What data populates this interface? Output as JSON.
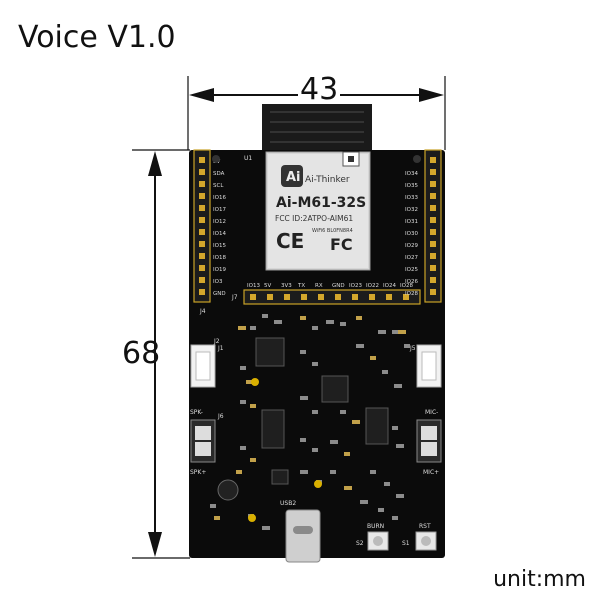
{
  "title": "Voice V1.0",
  "unit_label": "unit:mm",
  "dimensions": {
    "width": "43",
    "height": "68"
  },
  "module": {
    "brand": "Ai-Thinker",
    "model": "Ai-M61-32S",
    "fcc_id": "FCC ID:2ATPO-AIM61",
    "wifi_line": "WiFi6 BL0FN8R4",
    "ce_mark": "CE",
    "fcc_mark": "FC"
  },
  "header_left_pins": [
    "5V",
    "SDA",
    "SCL",
    "IO16",
    "IO17",
    "IO12",
    "IO14",
    "IO15",
    "IO18",
    "IO19",
    "IO3",
    "GND"
  ],
  "header_right_pins": [
    "IO34",
    "IO35",
    "IO33",
    "IO32",
    "IO31",
    "IO30",
    "IO29",
    "IO27",
    "IO25",
    "IO26",
    "IO28"
  ],
  "bottom_pins": [
    "IO13",
    "5V",
    "3V3",
    "TX",
    "RX",
    "GND",
    "IO23",
    "IO22",
    "IO24",
    "IO28"
  ],
  "header_labels": {
    "j7": "J7",
    "j4": "J4",
    "u1": "U1"
  },
  "connectors": {
    "j1": "J1",
    "j2": "J2",
    "j5": "J5",
    "j6": "J6",
    "spk_plus": "SPK+",
    "spk_minus": "SPK-",
    "mic_plus": "MIC+",
    "mic_minus": "MIC-"
  },
  "buttons": {
    "burn": "BURN",
    "rst": "RST",
    "s1": "S1",
    "s2": "S2"
  },
  "usb_label": "USB2"
}
